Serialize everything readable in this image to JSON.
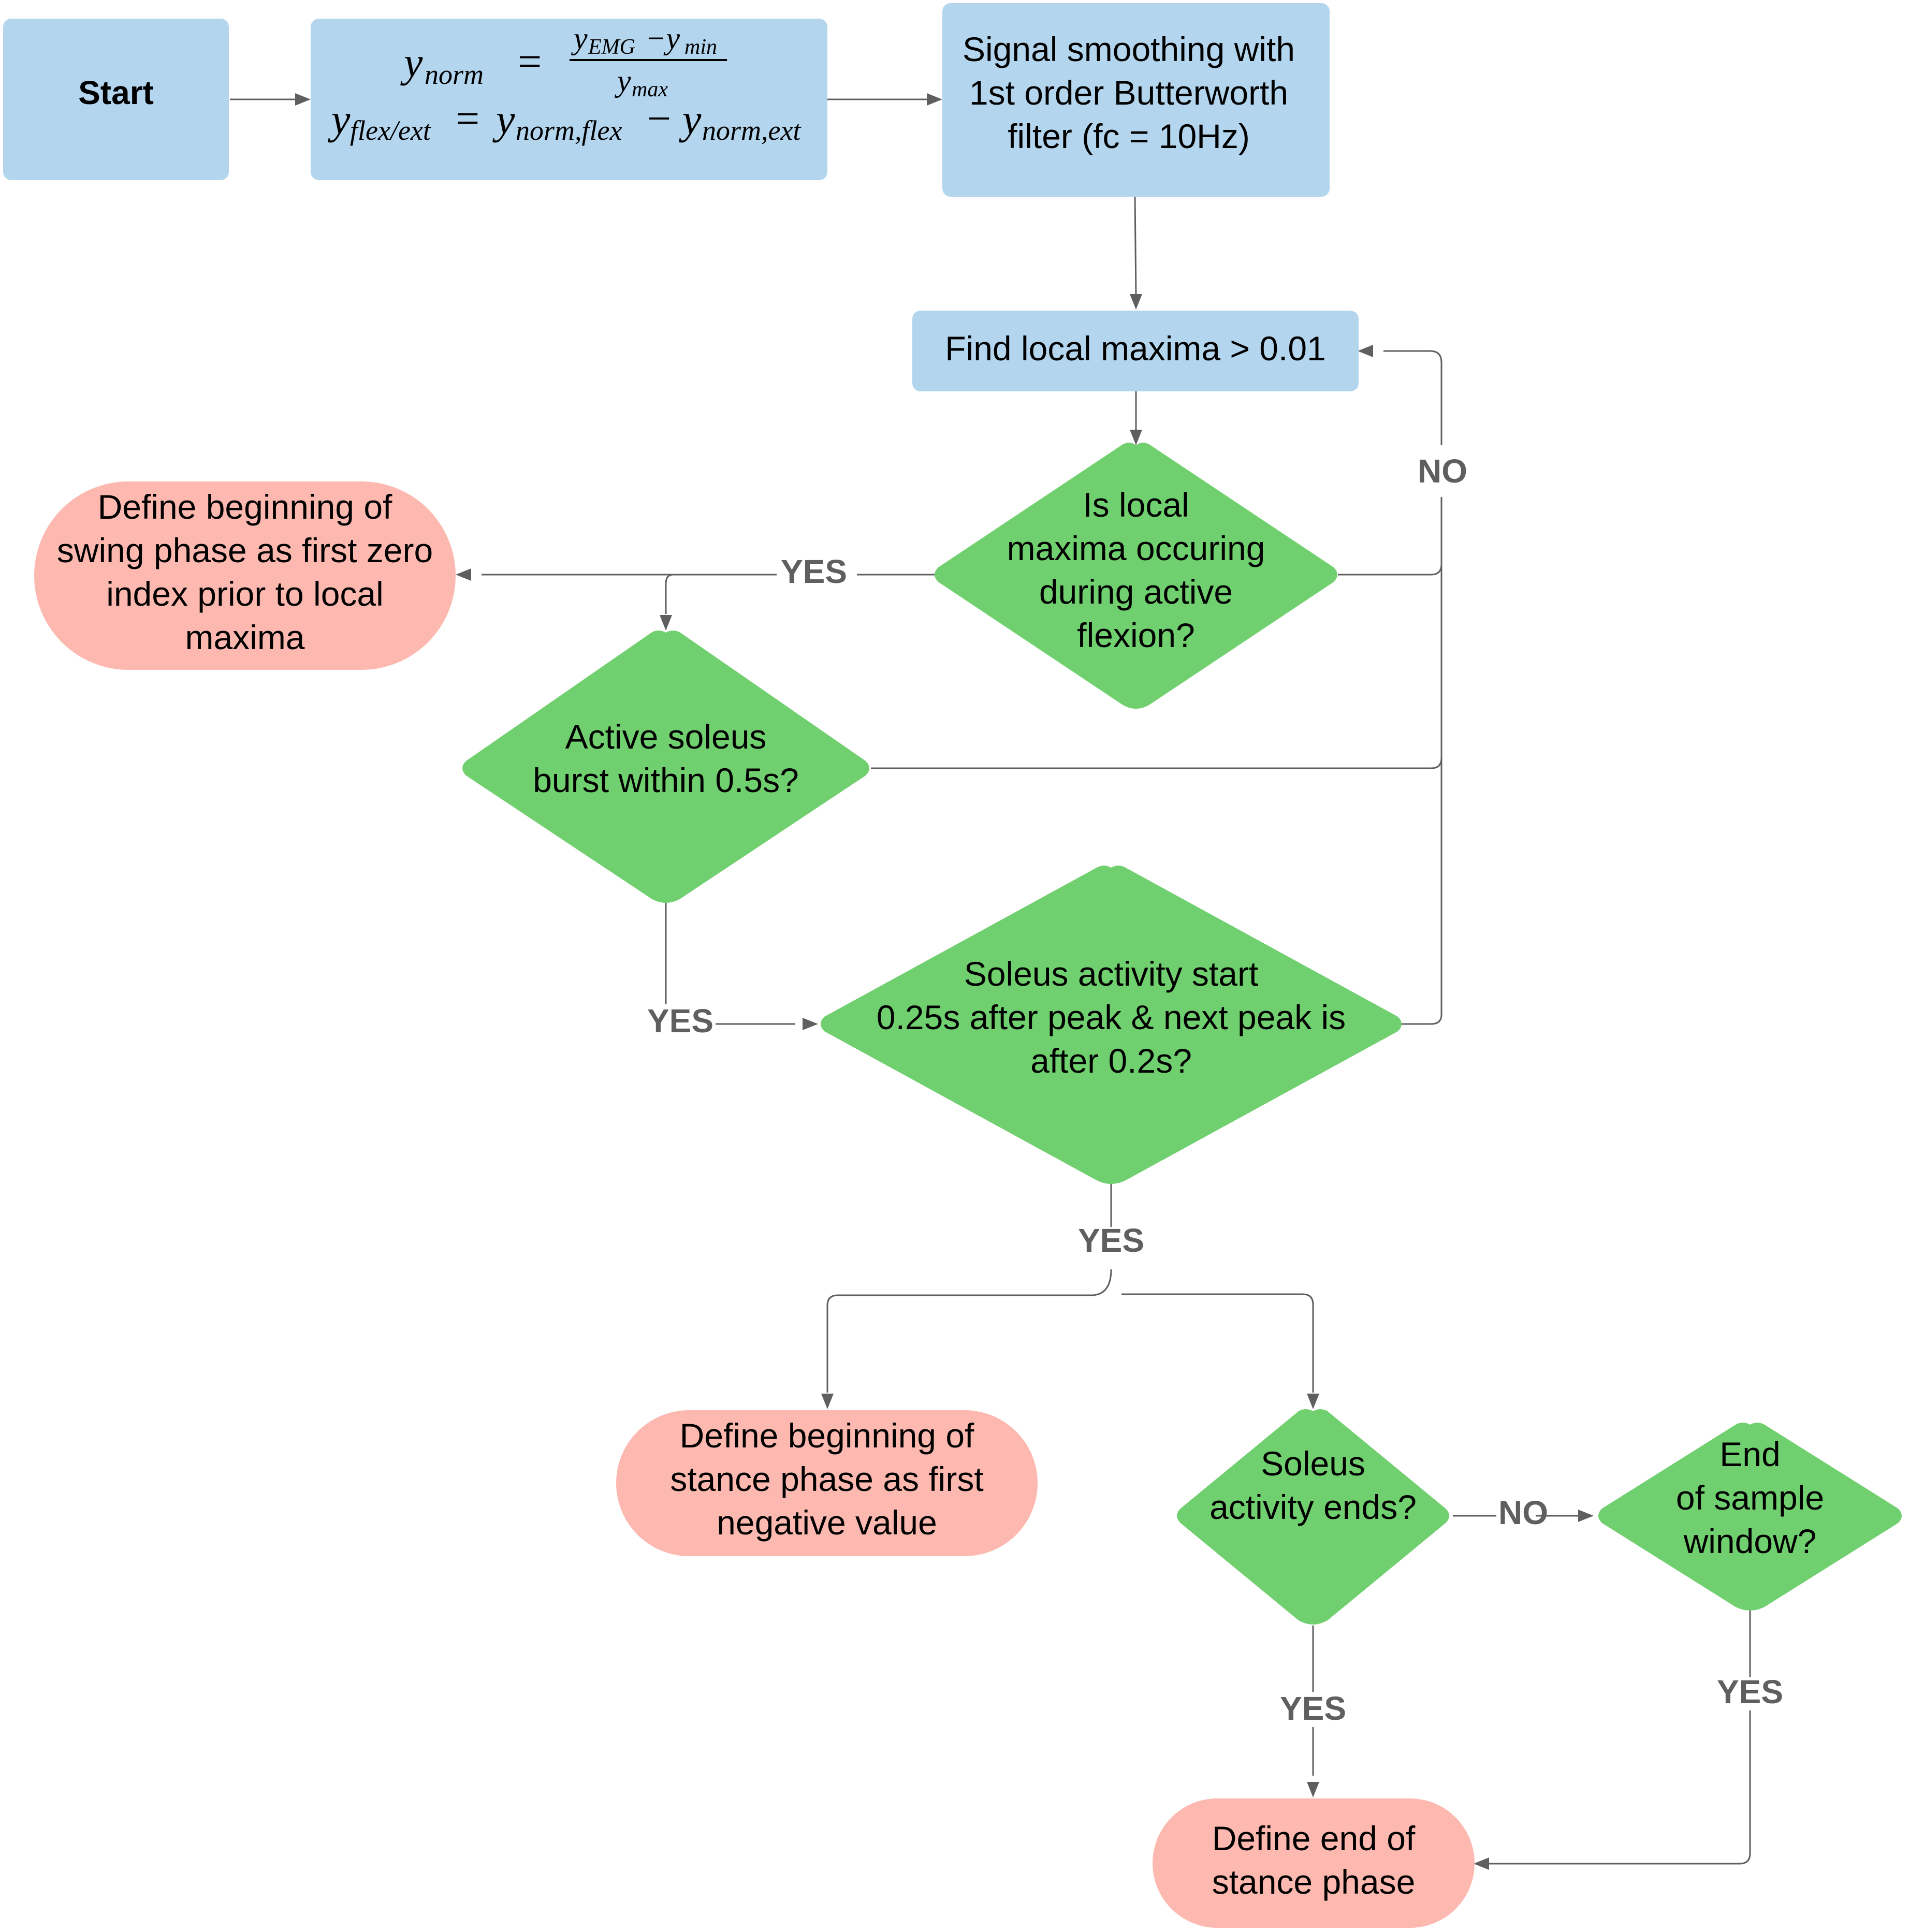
{
  "colors": {
    "process_fill": "#b3d5ee",
    "decision_fill": "#70cf6e",
    "terminal_fill": "#fdb9b0",
    "edge_stroke": "#5f5f5f",
    "edge_label": "#5f5f5f"
  },
  "nodes": {
    "start": {
      "label": "Start"
    },
    "normalize": {
      "eq1": {
        "lhs": "y",
        "lhs_sub": "norm",
        "op": "=",
        "num": "y",
        "num_sub": "EMG",
        "num_minus": "−y",
        "num_sub2": "min",
        "den": "y",
        "den_sub": "max"
      },
      "eq2": {
        "lhs": "y",
        "lhs_sub": "flex/ext",
        "op": "=",
        "t1": "y",
        "t1_sub": "norm,flex",
        "minus": "−",
        "t2": "y",
        "t2_sub": "norm,ext"
      }
    },
    "smoothing": {
      "lines": [
        "Signal smoothing with",
        "1st order Butterworth",
        "filter (fc = 10Hz)"
      ]
    },
    "find_maxima": {
      "label": "Find local maxima > 0.01"
    },
    "is_flexion": {
      "lines": [
        "Is local",
        "maxima occuring",
        "during active",
        "flexion?"
      ]
    },
    "define_swing": {
      "lines": [
        "Define beginning of",
        "swing phase as first zero",
        "index prior to local",
        "maxima"
      ]
    },
    "soleus_burst": {
      "lines": [
        "Active soleus",
        "burst within 0.5s?"
      ]
    },
    "soleus_start": {
      "lines": [
        "Soleus activity start",
        "0.25s after peak & next peak is",
        "after 0.2s?"
      ]
    },
    "define_stance": {
      "lines": [
        "Define beginning of",
        "stance phase as first",
        "negative value"
      ]
    },
    "soleus_ends": {
      "lines": [
        "Soleus",
        "activity ends?"
      ]
    },
    "end_window": {
      "lines": [
        "End",
        "of sample",
        "window?"
      ]
    },
    "define_end_stance": {
      "lines": [
        "Define end of",
        "stance phase"
      ]
    }
  },
  "edge_labels": {
    "no_loop": "NO",
    "yes_flexion": "YES",
    "yes_burst": "YES",
    "yes_start": "YES",
    "no_ends": "NO",
    "yes_ends": "YES",
    "yes_window": "YES"
  }
}
